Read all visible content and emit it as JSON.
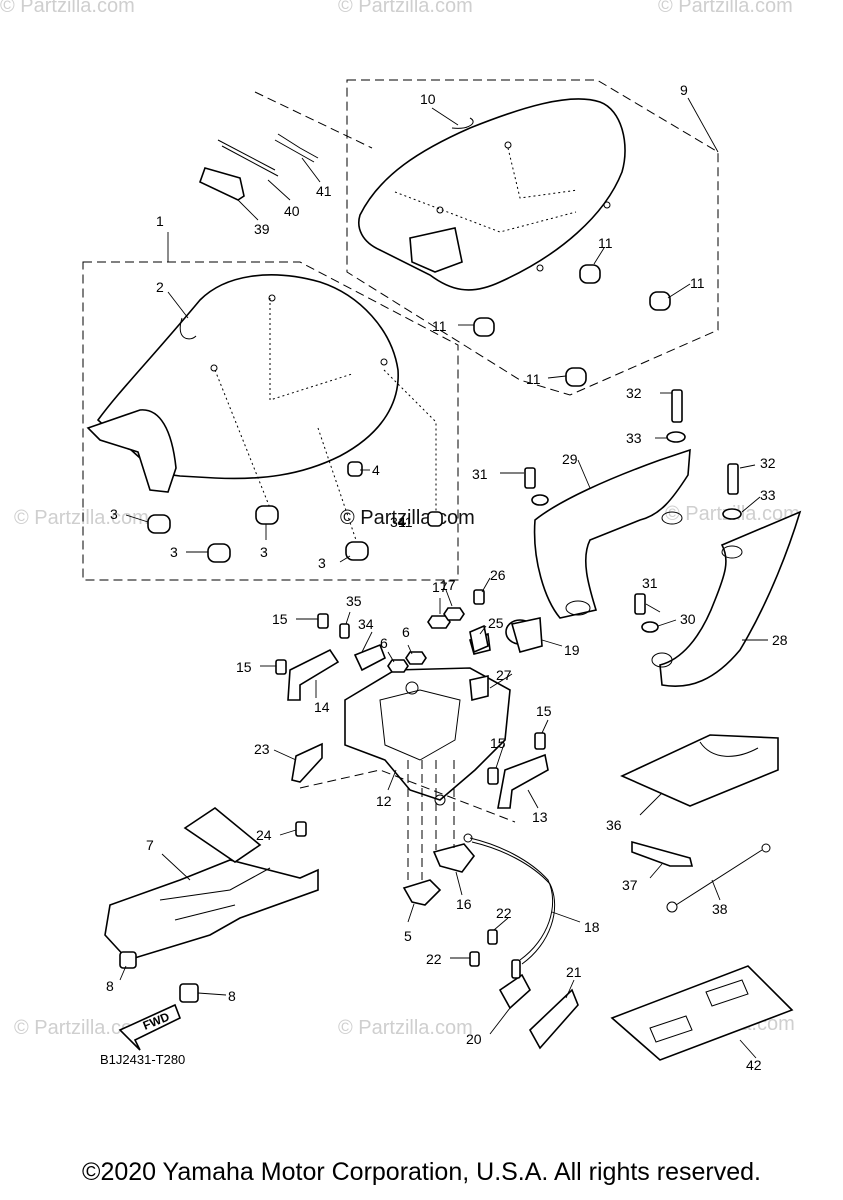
{
  "watermarks": {
    "brand": "© Partzilla.com",
    "main": "© Partzilla.com"
  },
  "diagram_code": "B1J2431-T280",
  "fwd_label": "FWD",
  "copyright": "©2020 Yamaha Motor Corporation, U.S.A. All rights reserved.",
  "callouts": [
    "1",
    "2",
    "3",
    "3",
    "3",
    "3",
    "3",
    "4",
    "4",
    "5",
    "6",
    "6",
    "7",
    "8",
    "8",
    "9",
    "10",
    "11",
    "11",
    "11",
    "11",
    "11",
    "12",
    "13",
    "14",
    "15",
    "15",
    "15",
    "15",
    "16",
    "17",
    "17",
    "18",
    "19",
    "20",
    "21",
    "22",
    "22",
    "23",
    "24",
    "25",
    "26",
    "27",
    "28",
    "29",
    "30",
    "31",
    "31",
    "32",
    "32",
    "33",
    "33",
    "34",
    "35",
    "36",
    "37",
    "38",
    "39",
    "40",
    "41",
    "42"
  ]
}
